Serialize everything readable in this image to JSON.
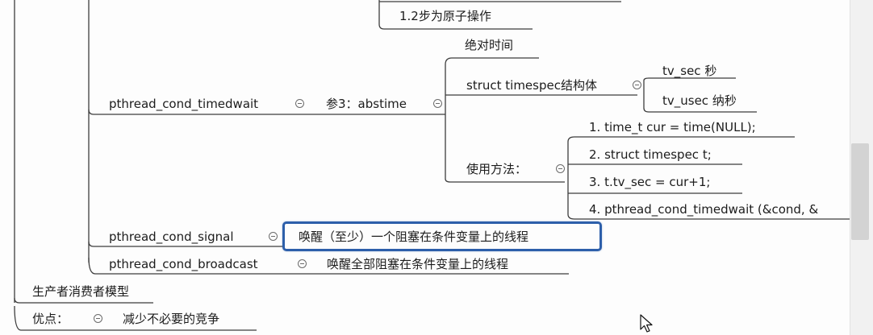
{
  "mindmap": {
    "top_node": "1.2步为原子操作",
    "timedwait": {
      "label": "pthread_cond_timedwait",
      "param": "参3：abstime",
      "absolute_time": "绝对时间",
      "struct_label": "struct timespec结构体",
      "tv_sec": "tv_sec 秒",
      "tv_usec": "tv_usec 纳秒",
      "usage_label": "使用方法：",
      "steps": [
        "1. time_t cur = time(NULL);",
        "2. struct timespec t;",
        "3. t.tv_sec = cur+1;",
        "4. pthread_cond_timedwait (&cond, &"
      ]
    },
    "signal": {
      "label": "pthread_cond_signal",
      "desc": "唤醒（至少）一个阻塞在条件变量上的线程"
    },
    "broadcast": {
      "label": "pthread_cond_broadcast",
      "desc": "唤醒全部阻塞在条件变量上的线程"
    },
    "producer_consumer": "生产者消费者模型",
    "advantage": {
      "label": "优点：",
      "desc": "减少不必要的竞争"
    }
  },
  "colors": {
    "line": "#3d3d3d",
    "selection": "#2d5faa",
    "background": "#fdfdfd"
  }
}
